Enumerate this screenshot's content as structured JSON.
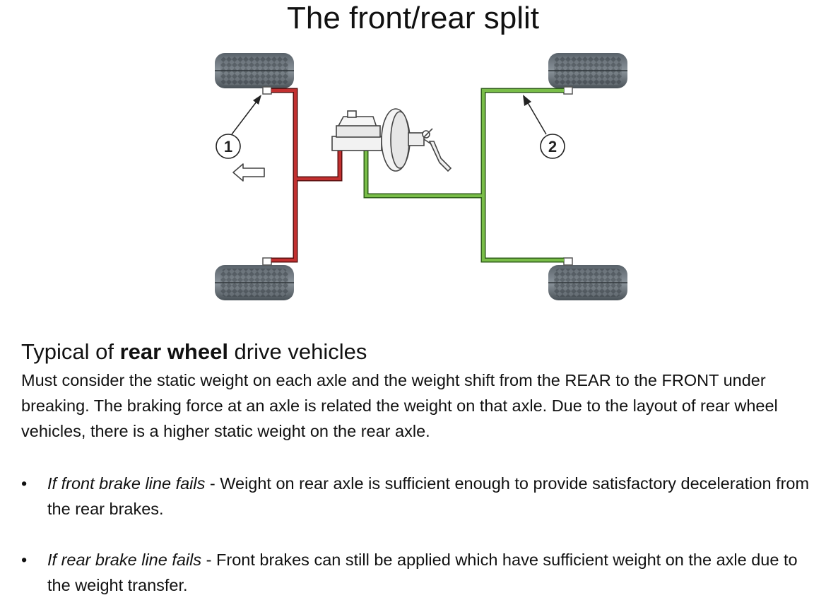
{
  "slide": {
    "title": "The front/rear split"
  },
  "diagram": {
    "callouts": [
      {
        "number": "1"
      },
      {
        "number": "2"
      }
    ],
    "front_circuit_color": "#b22a2a",
    "rear_circuit_color": "#6aa83a",
    "icons": [
      "wheel-icon",
      "brake-booster-icon",
      "direction-arrow-icon"
    ]
  },
  "content": {
    "heading_prefix": "Typical of ",
    "heading_bold": "rear wheel",
    "heading_suffix": " drive vehicles",
    "paragraph": "Must consider the static weight on each axle and the weight shift from the REAR to the FRONT under breaking. The braking force at an axle is related the weight on that axle. Due to the layout of rear wheel vehicles, there is a higher static weight on the rear axle.",
    "bullets": [
      {
        "marker": "•",
        "lead": "If front brake line fails",
        "text": " - Weight on rear axle is sufficient enough to provide satisfactory deceleration from the rear brakes."
      },
      {
        "marker": "•",
        "lead": "If rear brake line fails",
        "text": " - Front brakes can still be applied which have sufficient weight on the axle due to the weight transfer."
      }
    ]
  }
}
